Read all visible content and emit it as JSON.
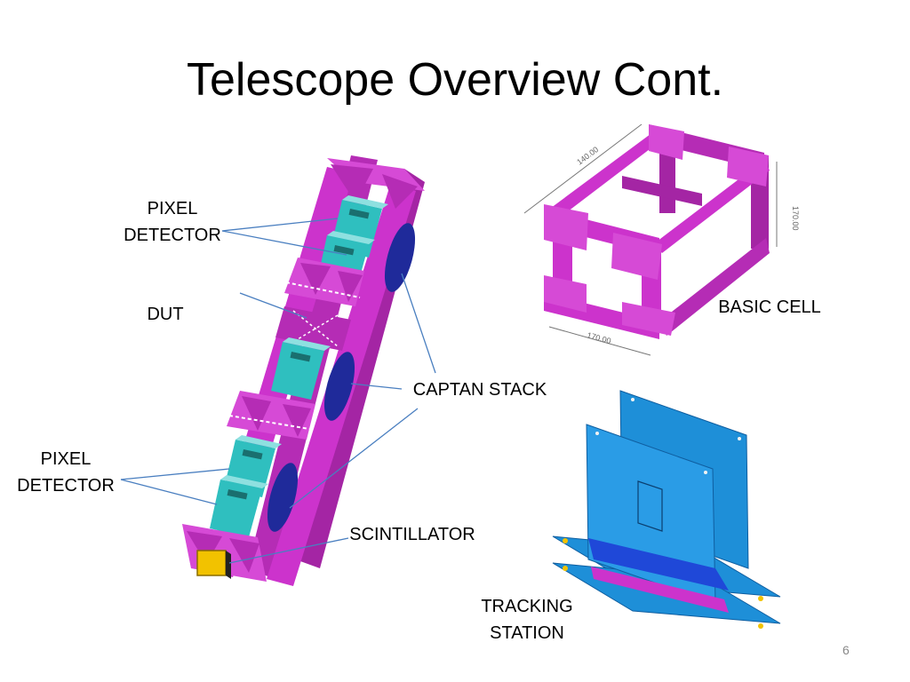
{
  "slide": {
    "title": "Telescope Overview Cont.",
    "page_number": "6"
  },
  "labels": {
    "pixel_detector_top": [
      "PIXEL",
      "DETECTOR"
    ],
    "dut": "DUT",
    "captan_stack": "CAPTAN STACK",
    "pixel_detector_bottom": [
      "PIXEL",
      "DETECTOR"
    ],
    "scintillator": "SCINTILLATOR",
    "basic_cell": "BASIC CELL",
    "tracking_station": [
      "TRACKING",
      "STATION"
    ]
  },
  "drawing_dimensions": {
    "cell_top_depth": "140.00",
    "cell_height": "170.00",
    "cell_width": "170.00"
  },
  "colors": {
    "frame": "#cc33cc",
    "frame_dark": "#9b1f9b",
    "detector": "#2fbfbf",
    "plate": "#1e8fd8",
    "base": "#1f48d8",
    "scintillator": "#f2c200",
    "callout_line": "#4a7fc0"
  }
}
